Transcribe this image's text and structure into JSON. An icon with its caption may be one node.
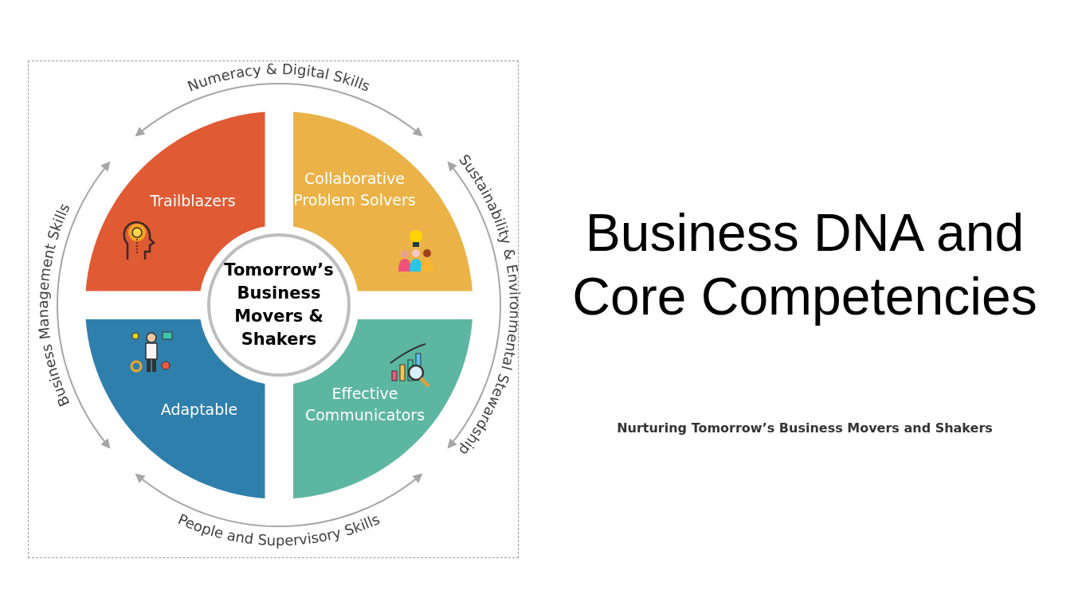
{
  "diagram": {
    "title": "Business DNA and Core Competencies",
    "caption": "Nurturing Tomorrow’s Business Movers and Shakers",
    "nodes": [
      {
        "text": [
          "Trailblazers"
        ]
      },
      {
        "text": [
          "Collaborative Problem Solvers"
        ]
      },
      {
        "text": [
          "Tomorrow’s Business Movers & Shakers"
        ]
      },
      {
        "text": [
          "Adaptable"
        ]
      },
      {
        "text": [
          "Effective Communicators"
        ]
      }
    ],
    "labels": [
      "Numeracy & Digital Skills",
      "Business Management Skills",
      "Sustainability & Environmental Stewardship",
      "People and Supervisory Skills"
    ]
  }
}
